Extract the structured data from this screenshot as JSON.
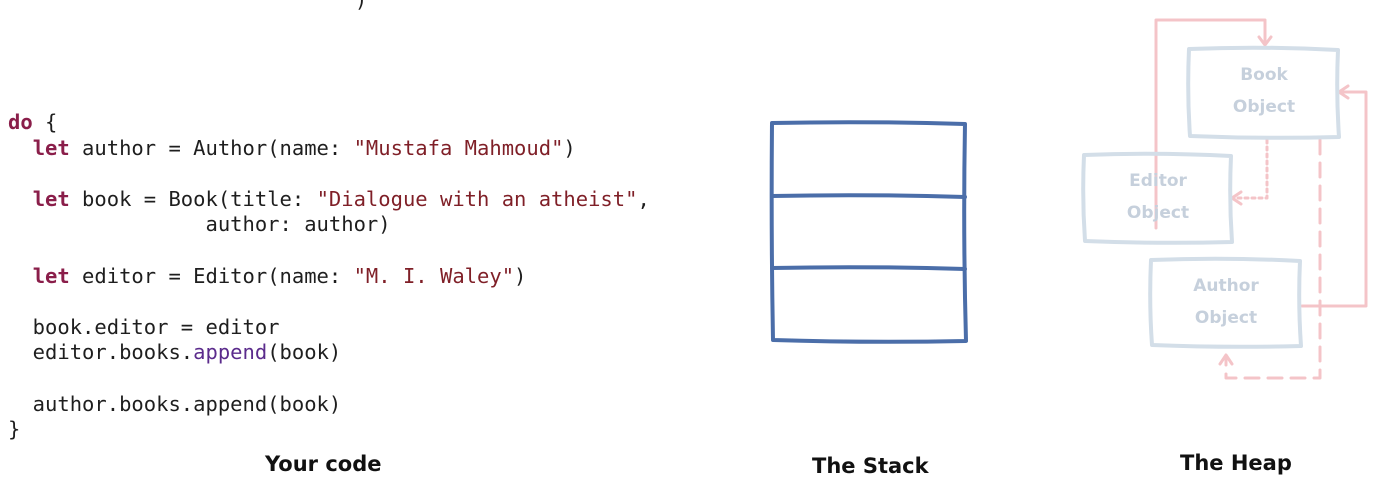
{
  "top_fragment": ")",
  "code": {
    "lines": [
      [
        {
          "t": "do",
          "c": "kw"
        },
        {
          "t": " {",
          "c": ""
        }
      ],
      [
        {
          "t": "  ",
          "c": ""
        },
        {
          "t": "let",
          "c": "kw"
        },
        {
          "t": " author = Author(name: ",
          "c": ""
        },
        {
          "t": "\"Mustafa Mahmoud\"",
          "c": "str"
        },
        {
          "t": ")",
          "c": ""
        }
      ],
      [],
      [
        {
          "t": "  ",
          "c": ""
        },
        {
          "t": "let",
          "c": "kw"
        },
        {
          "t": " book = Book(title: ",
          "c": ""
        },
        {
          "t": "\"Dialogue with an atheist\"",
          "c": "str"
        },
        {
          "t": ",",
          "c": ""
        }
      ],
      [
        {
          "t": "                author: author)",
          "c": ""
        }
      ],
      [],
      [
        {
          "t": "  ",
          "c": ""
        },
        {
          "t": "let",
          "c": "kw"
        },
        {
          "t": " editor = Editor(name: ",
          "c": ""
        },
        {
          "t": "\"M. I. Waley\"",
          "c": "str"
        },
        {
          "t": ")",
          "c": ""
        }
      ],
      [],
      [
        {
          "t": "  book.editor = editor",
          "c": ""
        }
      ],
      [
        {
          "t": "  editor.books.",
          "c": ""
        },
        {
          "t": "append",
          "c": "fn"
        },
        {
          "t": "(book)",
          "c": ""
        }
      ],
      [],
      [
        {
          "t": "  author.books.append(book)",
          "c": ""
        }
      ],
      [
        {
          "t": "}",
          "c": ""
        }
      ]
    ]
  },
  "captions": {
    "code": "Your code",
    "stack": "The Stack",
    "heap": "The Heap"
  },
  "stack": {
    "slots": 3,
    "color": "#4b6ea9"
  },
  "heap": {
    "book": [
      "Book",
      "Object"
    ],
    "editor": [
      "Editor",
      "Object"
    ],
    "author": [
      "Author",
      "Object"
    ],
    "box_color": "#d3dee8",
    "arrow_color": "#f4c4c8"
  }
}
